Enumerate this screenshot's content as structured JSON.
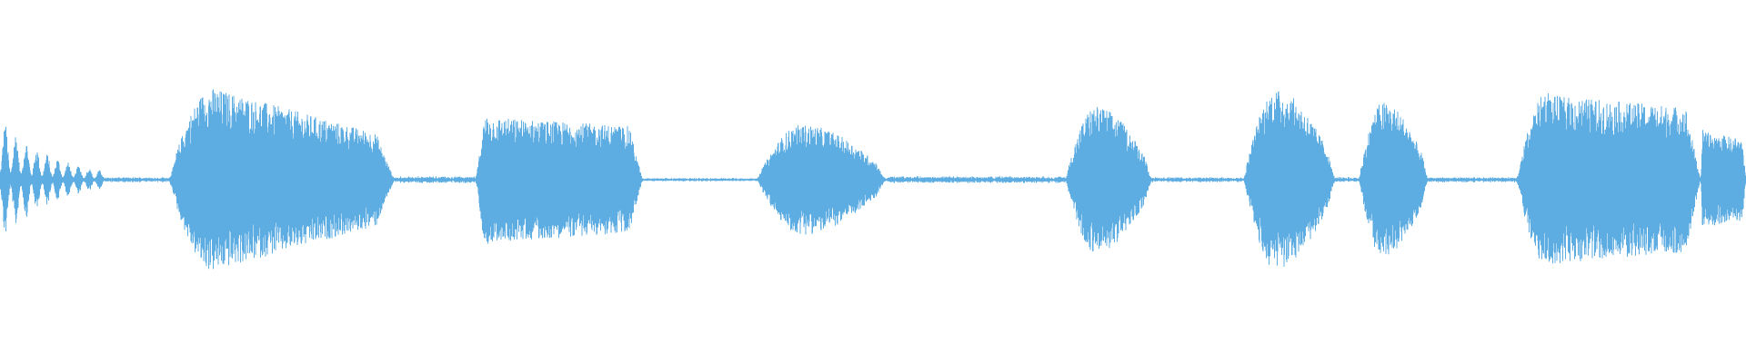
{
  "waveform": {
    "color": "#5dade2",
    "background": "#ffffff",
    "time_range": [
      0,
      1
    ],
    "segments": [
      {
        "type": "decaying-pulses",
        "start": 0.0,
        "end": 0.06,
        "peak": 0.62,
        "pulses": 10
      },
      {
        "type": "noise",
        "start": 0.06,
        "end": 0.096,
        "peak": 0.03
      },
      {
        "type": "burst",
        "start": 0.096,
        "end": 0.226,
        "peak": 1.0,
        "attack": 0.2,
        "shape": "front-loaded"
      },
      {
        "type": "noise",
        "start": 0.226,
        "end": 0.272,
        "peak": 0.04
      },
      {
        "type": "burst",
        "start": 0.272,
        "end": 0.368,
        "peak": 0.72,
        "attack": 0.08,
        "shape": "flat"
      },
      {
        "type": "noise",
        "start": 0.368,
        "end": 0.433,
        "peak": 0.02
      },
      {
        "type": "burst",
        "start": 0.433,
        "end": 0.508,
        "peak": 0.6,
        "attack": 0.35,
        "shape": "rounded"
      },
      {
        "type": "noise",
        "start": 0.508,
        "end": 0.61,
        "peak": 0.04
      },
      {
        "type": "burst",
        "start": 0.61,
        "end": 0.66,
        "peak": 0.8,
        "attack": 0.35,
        "shape": "rounded"
      },
      {
        "type": "noise",
        "start": 0.66,
        "end": 0.712,
        "peak": 0.03
      },
      {
        "type": "burst",
        "start": 0.712,
        "end": 0.765,
        "peak": 0.98,
        "attack": 0.35,
        "shape": "rounded"
      },
      {
        "type": "noise",
        "start": 0.765,
        "end": 0.778,
        "peak": 0.03
      },
      {
        "type": "burst",
        "start": 0.778,
        "end": 0.818,
        "peak": 0.85,
        "attack": 0.35,
        "shape": "rounded"
      },
      {
        "type": "noise",
        "start": 0.818,
        "end": 0.868,
        "peak": 0.03
      },
      {
        "type": "burst",
        "start": 0.868,
        "end": 0.974,
        "peak": 0.97,
        "attack": 0.18,
        "shape": "flat"
      },
      {
        "type": "burst",
        "start": 0.974,
        "end": 1.0,
        "peak": 0.55,
        "attack": 0.05,
        "shape": "flat"
      }
    ]
  }
}
